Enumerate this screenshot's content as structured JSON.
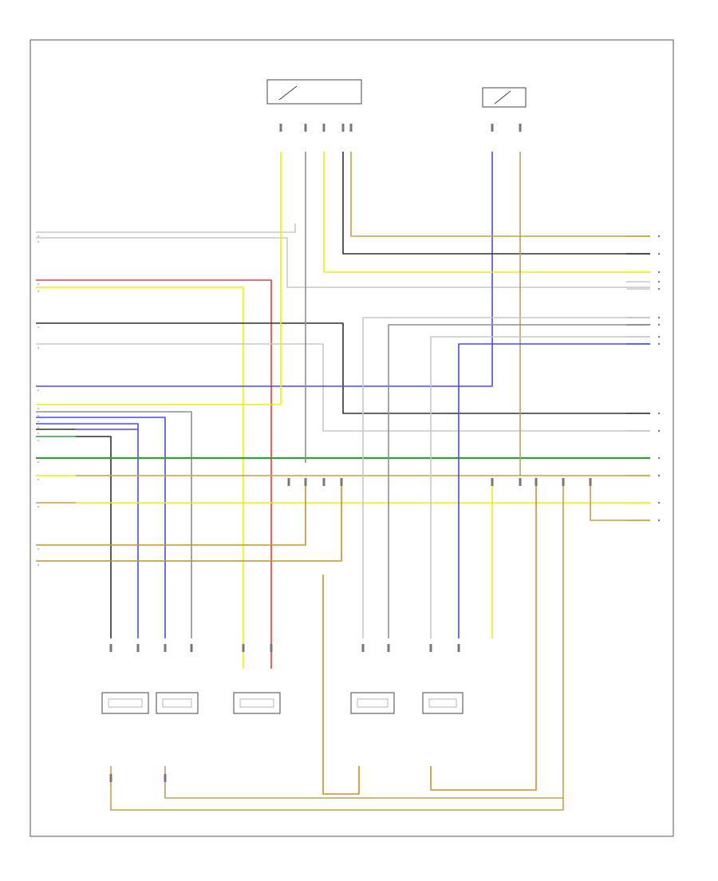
{
  "diagram": {
    "title": "",
    "footer_id": "",
    "colors": {
      "yellow": "#f0f000",
      "red": "#e04040",
      "blue": "#4a4af0",
      "grey": "#909090",
      "black": "#303030",
      "lightgrey": "#c8c8c8",
      "green": "#3a9a3a",
      "tan": "#c8a040",
      "orange": "#c89030",
      "darktan": "#b8a060"
    },
    "components": [
      {
        "id": "top-switch",
        "label": ""
      },
      {
        "id": "top-right-switch",
        "label": ""
      },
      {
        "id": "module-1",
        "label": ""
      },
      {
        "id": "module-2",
        "label": ""
      },
      {
        "id": "module-3",
        "label": ""
      },
      {
        "id": "module-4",
        "label": ""
      },
      {
        "id": "module-5",
        "label": ""
      }
    ],
    "left_wires": [
      {
        "color": "lightgrey"
      },
      {
        "color": "lightgrey"
      },
      {
        "color": "red"
      },
      {
        "color": "yellow"
      },
      {
        "color": "black"
      },
      {
        "color": "lightgrey"
      },
      {
        "color": "blue"
      },
      {
        "color": "yellow"
      },
      {
        "color": "grey"
      },
      {
        "color": "blue"
      },
      {
        "color": "blue"
      },
      {
        "color": "black"
      },
      {
        "color": "green"
      },
      {
        "color": "tan"
      },
      {
        "color": "yellow"
      },
      {
        "color": "tan"
      },
      {
        "color": "orange"
      },
      {
        "color": "orange"
      }
    ],
    "right_wires": [
      {
        "color": "tan"
      },
      {
        "color": "black"
      },
      {
        "color": "yellow"
      },
      {
        "color": "lightgrey"
      },
      {
        "color": "lightgrey"
      },
      {
        "color": "grey"
      },
      {
        "color": "black"
      },
      {
        "color": "lightgrey"
      },
      {
        "color": "blue"
      },
      {
        "color": "grey"
      },
      {
        "color": "lightgrey"
      },
      {
        "color": "green"
      },
      {
        "color": "tan"
      },
      {
        "color": "yellow"
      },
      {
        "color": "tan"
      }
    ]
  }
}
